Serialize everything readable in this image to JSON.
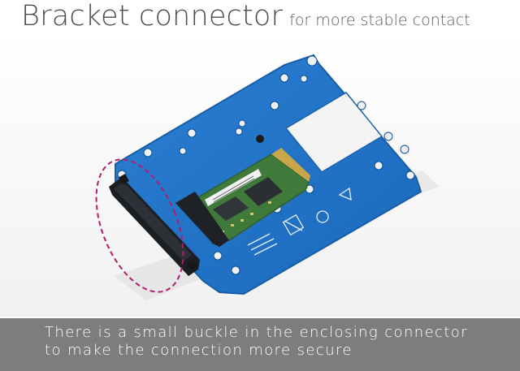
{
  "headline": {
    "title": "Bracket connector",
    "subtitle": "for more stable contact"
  },
  "caption": {
    "line1": "There is a small buckle in the enclosing connector",
    "line2": "to make the connection more secure"
  },
  "colors": {
    "board_blue": "#1f72c6",
    "board_edge": "#185ea6",
    "connector_black": "#1b1e22",
    "pcb_green": "#3f7a3a",
    "highlight_magenta": "#b01e6e",
    "caption_band": "#7d7d7d"
  }
}
